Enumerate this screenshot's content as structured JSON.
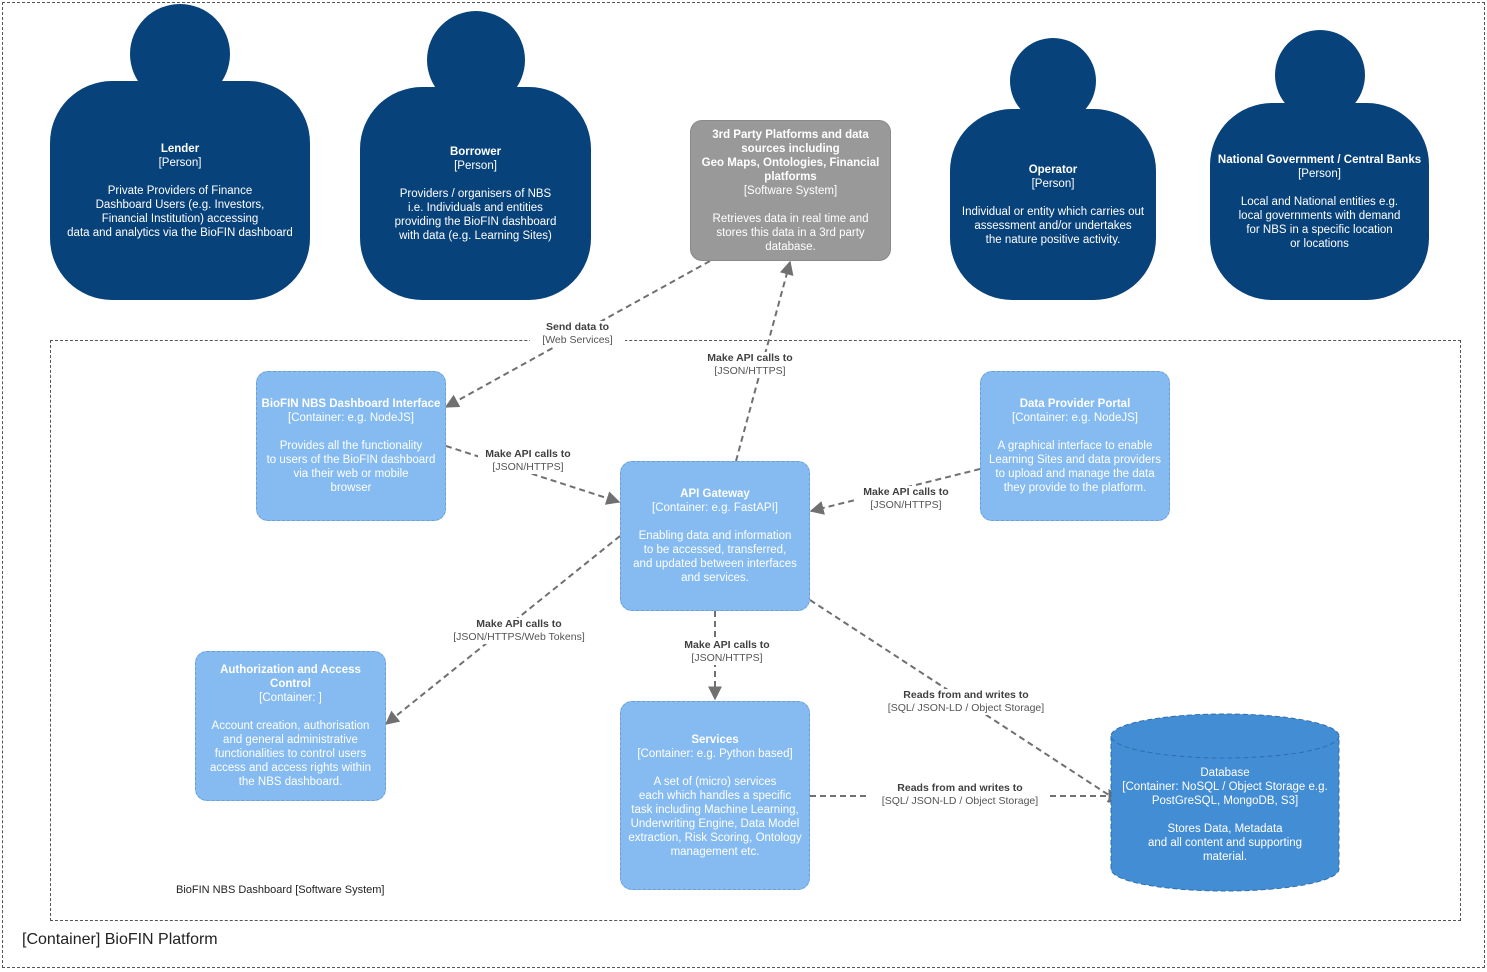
{
  "outer_boundary_label": "[Container] BioFIN Platform",
  "system_boundary_label": "BioFIN NBS Dashboard [Software System]",
  "people": {
    "lender": {
      "name": "Lender",
      "type": "[Person]",
      "desc": [
        "Private Providers of Finance",
        "Dashboard Users (e.g. Investors,",
        "Financial Institution) accessing",
        "data and analytics via the BioFIN dashboard"
      ]
    },
    "borrower": {
      "name": "Borrower",
      "type": "[Person]",
      "desc": [
        "Providers / organisers of NBS",
        "i.e. Individuals and entities",
        "providing the BioFIN dashboard",
        "with data (e.g. Learning Sites)"
      ]
    },
    "operator": {
      "name": "Operator",
      "type": "[Person]",
      "desc": [
        "Individual or entity which carries out",
        "assessment and/or undertakes",
        "the nature positive activity."
      ]
    },
    "government": {
      "name": "National Government / Central Banks",
      "type": "[Person]",
      "desc": [
        "Local and National entities e.g.",
        "local governments with demand",
        "for NBS in a specific location",
        "or locations"
      ]
    }
  },
  "external": {
    "third_party": {
      "name": [
        "3rd Party Platforms and data",
        "sources including",
        "Geo Maps, Ontologies, Financial",
        "platforms"
      ],
      "type": "[Software System]",
      "desc": [
        "Retrieves data in real time and",
        "stores this data in a 3rd party",
        "database."
      ]
    }
  },
  "containers": {
    "dashboard": {
      "name": "BioFIN NBS Dashboard Interface",
      "type": "[Container: e.g. NodeJS]",
      "desc": [
        "Provides all the functionality",
        "to users of the BioFIN dashboard",
        "via their web or mobile",
        "browser"
      ]
    },
    "provider_portal": {
      "name": "Data Provider Portal",
      "type": "[Container: e.g. NodeJS]",
      "desc": [
        "A graphical interface to enable",
        "Learning Sites and data providers",
        "to upload and manage the data",
        "they provide to the platform."
      ]
    },
    "api_gateway": {
      "name": "API Gateway",
      "type": "[Container: e.g. FastAPI]",
      "desc": [
        "Enabling data and information",
        "to be accessed, transferred,",
        "and updated between interfaces",
        "and services."
      ]
    },
    "auth": {
      "name": [
        "Authorization and Access",
        "Control"
      ],
      "type": "[Container: ]",
      "desc": [
        "Account creation, authorisation",
        "and general administrative",
        "functionalities to control users",
        "access and access rights within",
        "the NBS dashboard."
      ]
    },
    "services": {
      "name": "Services",
      "type": "[Container: e.g. Python based]",
      "desc": [
        "A set of (micro) services",
        "each which handles a specific",
        "task including Machine Learning,",
        "Underwriting Engine, Data Model",
        "extraction, Risk Scoring, Ontology",
        "management etc."
      ]
    },
    "database": {
      "name": "Database",
      "type": [
        "[Container: NoSQL / Object Storage e.g.",
        "PostGreSQL, MongoDB, S3]"
      ],
      "desc": [
        "Stores Data, Metadata",
        "and all content and supporting",
        "material."
      ]
    }
  },
  "edges": {
    "send_data": {
      "label": "Send data to",
      "tech": "[Web Services]"
    },
    "api_third_party": {
      "label": "Make API calls to",
      "tech": "[JSON/HTTPS]"
    },
    "dash_to_api": {
      "label": "Make API calls to",
      "tech": "[JSON/HTTPS]"
    },
    "portal_to_api": {
      "label": "Make API calls to",
      "tech": "[JSON/HTTPS]"
    },
    "api_to_auth": {
      "label": "Make API calls to",
      "tech": "[JSON/HTTPS/Web Tokens]"
    },
    "api_to_services": {
      "label": "Make API calls to",
      "tech": "[JSON/HTTPS]"
    },
    "api_to_db": {
      "label": "Reads from and writes to",
      "tech": "[SQL/ JSON-LD / Object Storage]"
    },
    "services_to_db": {
      "label": "Reads from and writes to",
      "tech": "[SQL/ JSON-LD / Object Storage]"
    }
  },
  "colors": {
    "person": "#08427b",
    "external": "#999999",
    "container": "#85bbf0",
    "database": "#438dd5",
    "edge": "#707070"
  }
}
